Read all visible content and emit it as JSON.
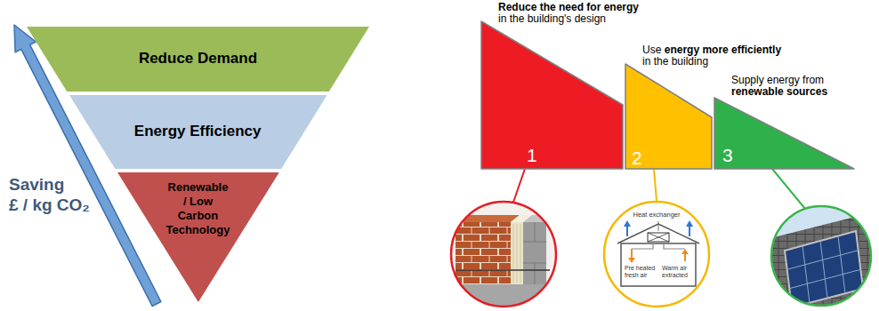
{
  "diagram": {
    "nodes": [
      {
        "text": [
          "Reduce Demand"
        ]
      },
      {
        "text": [
          "Energy Efficiency"
        ]
      },
      {
        "text": [
          "Renewable / Low Carbon Technology"
        ]
      },
      {
        "text": [
          "Reduce the need for energy",
          "in the building's design",
          "1"
        ]
      },
      {
        "text": [
          "Use",
          "energy more efficiently",
          "in the building",
          "2"
        ]
      },
      {
        "text": [
          "Supply energy from",
          "renewable sources",
          "3"
        ]
      },
      {
        "text": [
          "Heat exchanger",
          "Pre heated fresh air",
          "Warm air extracted"
        ]
      }
    ],
    "edges": [
      {
        "from": 4,
        "to": 6,
        "arrow": "none"
      }
    ],
    "labels": [
      "Saving",
      "£ / kg CO₂"
    ]
  }
}
